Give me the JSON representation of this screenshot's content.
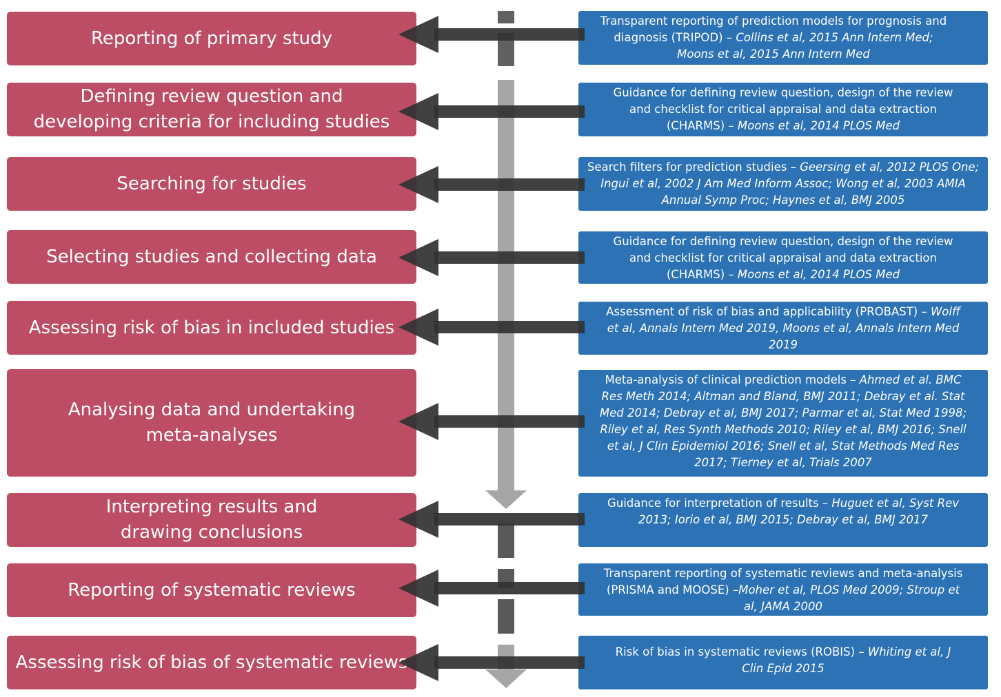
{
  "steps": [
    {
      "stage": "Reporting of primary study",
      "guidance": "Transparent reporting of prediction models for prognosis and diagnosis (TRIPOD)",
      "sep": " – ",
      "citation": "Collins et al, 2015 Ann Intern Med; Moons et al, 2015 Ann Intern Med"
    },
    {
      "stage": "Defining review question and developing criteria for including studies",
      "guidance": "Guidance for defining review question, design of the review and checklist for critical appraisal and data extraction (CHARMS)",
      "sep": " – ",
      "citation": "Moons et al, 2014 PLOS Med"
    },
    {
      "stage": "Searching for studies",
      "guidance": "Search filters for prediction studies",
      "sep": " – ",
      "citation": "Geersing et al, 2012 PLOS One; Ingui et al, 2002 J Am Med Inform Assoc; Wong et al, 2003 AMIA Annual Symp Proc; Haynes et al, BMJ 2005"
    },
    {
      "stage": "Selecting studies and collecting data",
      "guidance": "Guidance for defining review question, design of the review and checklist for critical appraisal and data extraction (CHARMS)",
      "sep": " – ",
      "citation": "Moons et al, 2014 PLOS Med"
    },
    {
      "stage": "Assessing risk of bias in included studies",
      "guidance": "Assessment of risk of bias and applicability (PROBAST)",
      "sep": " – ",
      "citation": "Wolff et al, Annals Intern Med 2019, Moons et al, Annals Intern Med 2019"
    },
    {
      "stage": "Analysing data and undertaking meta-analyses",
      "guidance": "Meta-analysis of clinical prediction models",
      "sep": " – ",
      "citation": "Ahmed et al. BMC Res Meth 2014; Altman and Bland, BMJ 2011; Debray et al. Stat Med 2014; Debray et al, BMJ 2017; Parmar et al, Stat Med 1998; Riley et al, Res Synth Methods 2010; Riley et al, BMJ 2016; Snell et al, J Clin Epidemiol 2016; Snell et al, Stat Methods Med Res 2017; Tierney et al, Trials 2007"
    },
    {
      "stage": "Interpreting results and drawing conclusions",
      "guidance": "Guidance for interpretation of results",
      "sep": " – ",
      "citation": "Huguet et al, Syst Rev 2013; Iorio et al, BMJ 2015; Debray et al, BMJ 2017"
    },
    {
      "stage": "Reporting of systematic reviews",
      "guidance": "Transparent reporting of systematic reviews and meta-analysis (PRISMA and MOOSE)",
      "sep": " –",
      "citation": "Moher et al, PLOS Med 2009; Stroup et al, JAMA 2000"
    },
    {
      "stage": "Assessing risk of bias of systematic reviews",
      "guidance": "Risk of bias in systematic reviews (ROBIS)",
      "sep": " – ",
      "citation": "Whiting et al, J Clin Epid 2015"
    }
  ],
  "colors": {
    "stage_box": "#bc4d65",
    "guidance_box": "#2c72b4",
    "arrow": "#333333",
    "flow_arrow": "#a6a6a6",
    "dash": "#595959"
  }
}
